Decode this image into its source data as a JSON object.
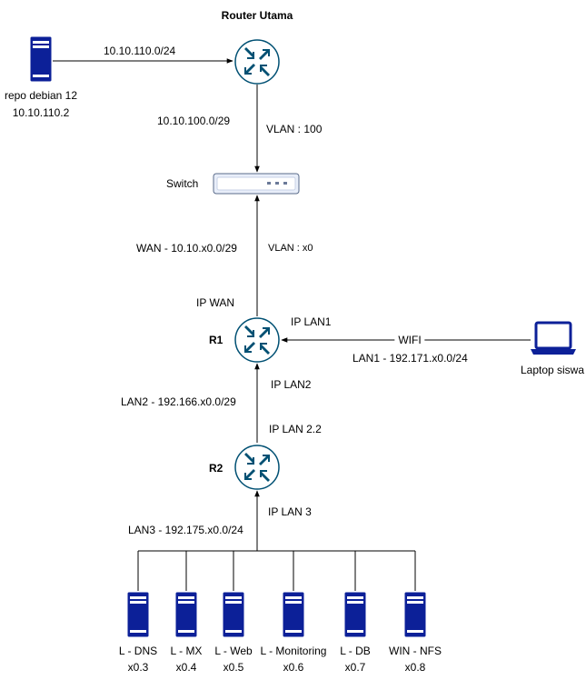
{
  "title": "Router Utama",
  "repo": {
    "name": "repo debian 12",
    "ip": "10.10.110.2"
  },
  "links": {
    "repo_to_router": "10.10.110.0/24",
    "router_to_switch": "10.10.100.0/29",
    "router_vlan": "VLAN : 100",
    "wan": "WAN - 10.10.x0.0/29",
    "wan_vlan": "VLAN : x0",
    "ip_wan": "IP WAN",
    "ip_lan1": "IP LAN1",
    "wifi": "WIFI",
    "lan1": "LAN1 - 192.171.x0.0/24",
    "ip_lan2": "IP LAN2",
    "lan2": "LAN2 - 192.166.x0.0/29",
    "ip_lan22": "IP LAN 2.2",
    "ip_lan3": "IP LAN 3",
    "lan3": "LAN3 - 192.175.x0.0/24"
  },
  "switch": {
    "label": "Switch"
  },
  "r1": {
    "label": "R1"
  },
  "r2": {
    "label": "R2"
  },
  "laptop": {
    "label": "Laptop siswa"
  },
  "servers": [
    {
      "name": "L - DNS",
      "ip": "x0.3"
    },
    {
      "name": "L - MX",
      "ip": "x0.4"
    },
    {
      "name": "L - Web",
      "ip": "x0.5"
    },
    {
      "name": "L - Monitoring",
      "ip": "x0.6"
    },
    {
      "name": "L - DB",
      "ip": "x0.7"
    },
    {
      "name": "WIN - NFS",
      "ip": "x0.8"
    }
  ],
  "colors": {
    "router": "#005073",
    "server": "#0c2098",
    "switch_fill": "#e8eef9",
    "line": "#000000"
  }
}
